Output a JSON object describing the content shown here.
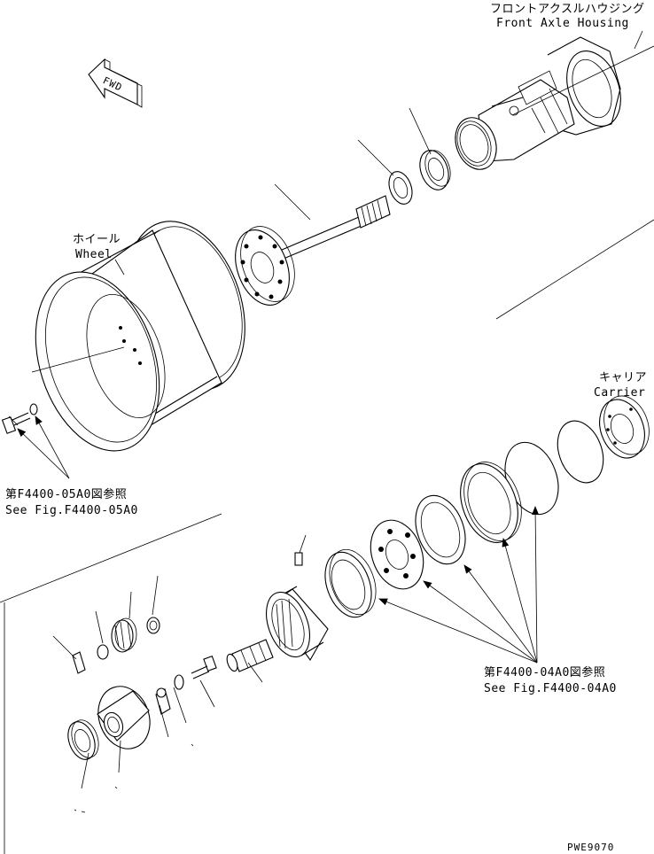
{
  "labels": {
    "housing_jp": "フロントアクスルハウジング",
    "housing_en": "Front Axle Housing",
    "wheel_jp": "ホイール",
    "wheel_en": "Wheel",
    "carrier_jp": "キャリア",
    "carrier_en": "Carrier",
    "fwd": "FWD",
    "ref_a_jp": "第F4400-05A0図参照",
    "ref_a_en": "See Fig.F4400-05A0",
    "ref_b_jp": "第F4400-04A0図参照",
    "ref_b_en": "See Fig.F4400-04A0",
    "drawing_no": "PWE9070"
  }
}
